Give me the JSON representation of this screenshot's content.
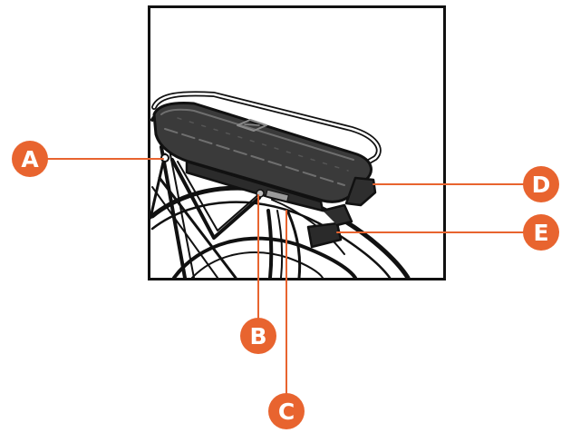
{
  "colors": {
    "callout": "#E8642F",
    "outline": "#111111",
    "battery_fill": "#3a3a3a",
    "battery_highlight": "#6f6f6f",
    "background": "#ffffff"
  },
  "callouts": [
    {
      "label": "A"
    },
    {
      "label": "B"
    },
    {
      "label": "C"
    },
    {
      "label": "D"
    },
    {
      "label": "E"
    }
  ]
}
